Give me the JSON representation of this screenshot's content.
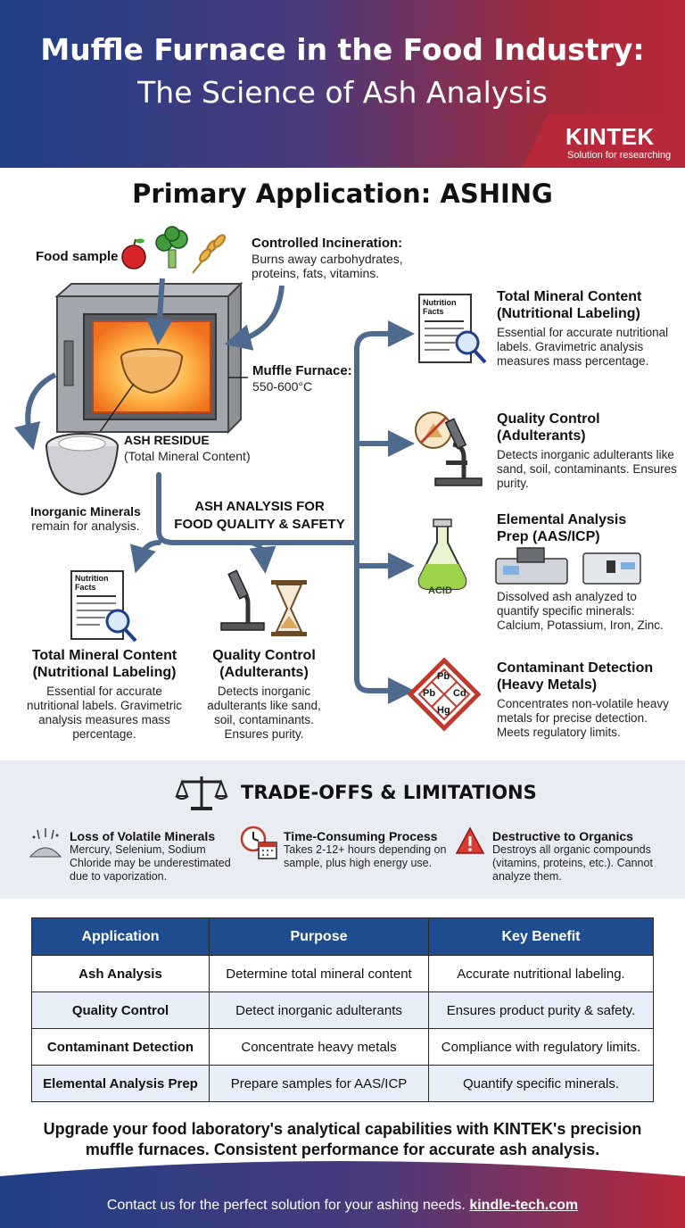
{
  "header": {
    "title_line1": "Muffle Furnace in the Food Industry:",
    "title_line2": "The Science of Ash Analysis",
    "brand": "KINTEK",
    "brand_sub": "Solution for researching"
  },
  "section_title": "Primary Application: ASHING",
  "diagram": {
    "food_sample": "Food sample",
    "incineration_title": "Controlled Incineration:",
    "incineration_text": "Burns away carbohydrates, proteins, fats, vitamins.",
    "furnace_title": "Muffle Furnace:",
    "furnace_temp": "550-600°C",
    "ash_title": "ASH RESIDUE",
    "ash_sub": "(Total Mineral Content)",
    "minerals_title": "Inorganic Minerals",
    "minerals_sub": "remain for analysis.",
    "center_label_1": "ASH ANALYSIS FOR",
    "center_label_2": "FOOD QUALITY & SAFETY",
    "nutrition_icon_text": "Nutrition Facts",
    "acid_label": "ACID",
    "metals": [
      "Pb",
      "Pb",
      "Cd",
      "Hg"
    ]
  },
  "left_items": [
    {
      "title1": "Total Mineral Content",
      "title2": "(Nutritional Labeling)",
      "text": "Essential for accurate nutritional labels. Gravimetric analysis measures mass percentage."
    },
    {
      "title1": "Quality Control",
      "title2": "(Adulterants)",
      "text": "Detects inorganic adulterants like sand, soil, contaminants. Ensures purity."
    }
  ],
  "right_items": [
    {
      "title1": "Total Mineral Content",
      "title2": "(Nutritional Labeling)",
      "text": "Essential for accurate nutritional labels. Gravimetric analysis measures mass percentage."
    },
    {
      "title1": "Quality Control",
      "title2": "(Adulterants)",
      "text": "Detects inorganic adulterants like sand, soil, contaminants. Ensures purity."
    },
    {
      "title1": "Elemental Analysis",
      "title2": "Prep (AAS/ICP)",
      "text": "Dissolved ash analyzed to quantify specific minerals: Calcium, Potassium, Iron, Zinc."
    },
    {
      "title1": "Contaminant Detection",
      "title2": "(Heavy Metals)",
      "text": "Concentrates non-volatile heavy metals for precise detection. Meets regulatory limits."
    }
  ],
  "tradeoffs": {
    "title": "TRADE-OFFS & LIMITATIONS",
    "items": [
      {
        "title": "Loss of Volatile Minerals",
        "text": "Mercury, Selenium, Sodium Chloride may be underestimated due to vaporization."
      },
      {
        "title": "Time-Consuming Process",
        "text": "Takes 2-12+ hours depending on sample, plus high energy use."
      },
      {
        "title": "Destructive to Organics",
        "text": "Destroys all organic compounds (vitamins, proteins, etc.). Cannot analyze them."
      }
    ]
  },
  "table": {
    "headers": [
      "Application",
      "Purpose",
      "Key Benefit"
    ],
    "rows": [
      [
        "Ash Analysis",
        "Determine total mineral content",
        "Accurate nutritional labeling."
      ],
      [
        "Quality Control",
        "Detect inorganic adulterants",
        "Ensures product purity & safety."
      ],
      [
        "Contaminant Detection",
        "Concentrate heavy metals",
        "Compliance with regulatory limits."
      ],
      [
        "Elemental Analysis Prep",
        "Prepare samples for AAS/ICP",
        "Quantify specific minerals."
      ]
    ]
  },
  "cta": {
    "line1": "Upgrade your food laboratory's analytical capabilities with KINTEK's precision",
    "line2": "muffle furnaces. Consistent performance for accurate ash analysis."
  },
  "footer": {
    "text": "Contact us for the perfect solution for your ashing needs.",
    "link": "kindle-tech.com"
  },
  "colors": {
    "navy": "#1f3f86",
    "red": "#b8283a",
    "arrow": "#4f6a8f",
    "table_header": "#1f4c8f"
  }
}
